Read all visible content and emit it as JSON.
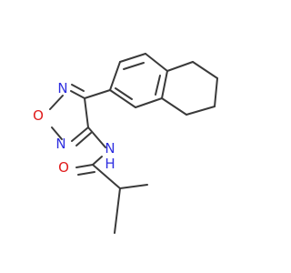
{
  "molecule": {
    "atoms": {
      "n_ring_top": "N",
      "o_ring": "O",
      "n_ring_bottom": "N",
      "n_amide": "N",
      "h_amide": "H",
      "o_carbonyl": "O"
    }
  },
  "colors": {
    "bond": "#3a3a3a",
    "nitrogen": "#2f2fe0",
    "oxygen": "#e01b1b",
    "background": "#ffffff"
  }
}
